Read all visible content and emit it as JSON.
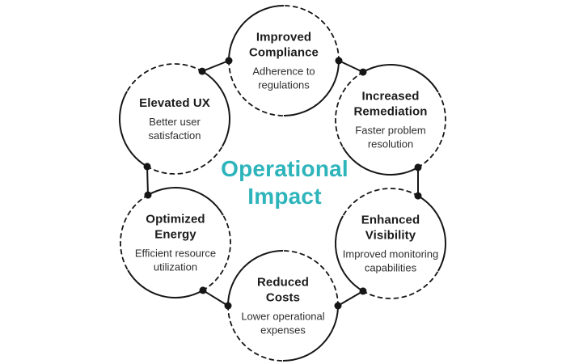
{
  "diagram": {
    "center_title": {
      "line1": "Operational",
      "line2": "Impact"
    },
    "items": [
      {
        "id": "improved-compliance",
        "title": "Improved\nCompliance",
        "description": "Adherence to\nregulations"
      },
      {
        "id": "increased-remediation",
        "title": "Increased\nRemediation",
        "description": "Faster problem\nresolution"
      },
      {
        "id": "enhanced-visibility",
        "title": "Enhanced\nVisibility",
        "description": "Improved monitoring\ncapabilities"
      },
      {
        "id": "reduced-costs",
        "title": "Reduced\nCosts",
        "description": "Lower operational\nexpenses"
      },
      {
        "id": "optimized-energy",
        "title": "Optimized\nEnergy",
        "description": "Efficient resource\nutilization"
      },
      {
        "id": "elevated-ux",
        "title": "Elevated UX",
        "description": "Better user\nsatisfaction"
      }
    ],
    "colors": {
      "accent": "#2eb4bb",
      "line": "#161616",
      "title_text": "#1b1b1b",
      "description_text": "#2e2e2e",
      "background": "#ffffff"
    }
  }
}
